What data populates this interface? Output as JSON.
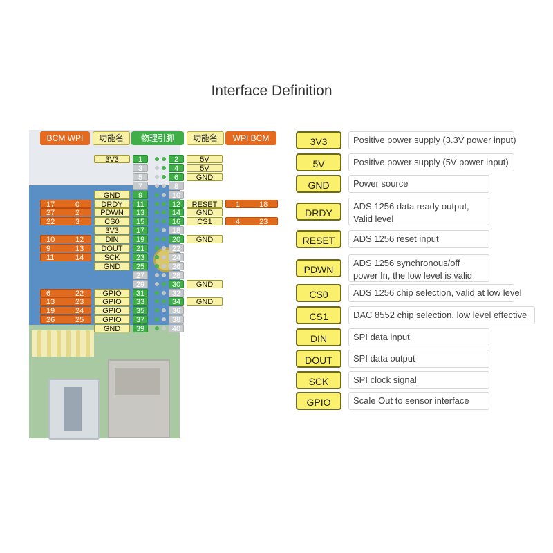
{
  "title": "Interface Definition",
  "header": {
    "left_orange": "BCM  WPI",
    "left_yellow": "功能名",
    "center_green": "物理引脚",
    "right_yellow": "功能名",
    "right_orange": "WPI  BCM"
  },
  "pin_rows": [
    {
      "odd": "1",
      "odd_name": "3V3",
      "even": "2",
      "even_name": "5V"
    },
    {
      "odd": "3",
      "odd_name": "",
      "even": "4",
      "even_name": "5V"
    },
    {
      "odd": "5",
      "odd_name": "",
      "even": "6",
      "even_name": "GND"
    },
    {
      "odd": "7",
      "odd_name": "",
      "even": "8",
      "even_name": ""
    },
    {
      "odd": "9",
      "odd_name": "GND",
      "even": "10",
      "even_name": ""
    },
    {
      "odd": "11",
      "odd_name": "DRDY",
      "bcm": "17",
      "wpi": "0",
      "even": "12",
      "even_name": "RESET",
      "r_wpi": "1",
      "r_bcm": "18"
    },
    {
      "odd": "13",
      "odd_name": "PDWN",
      "bcm": "27",
      "wpi": "2",
      "even": "14",
      "even_name": "GND"
    },
    {
      "odd": "15",
      "odd_name": "CS0",
      "bcm": "22",
      "wpi": "3",
      "even": "16",
      "even_name": "CS1",
      "r_wpi": "4",
      "r_bcm": "23"
    },
    {
      "odd": "17",
      "odd_name": "3V3",
      "even": "18",
      "even_name": ""
    },
    {
      "odd": "19",
      "odd_name": "DIN",
      "bcm": "10",
      "wpi": "12",
      "even": "20",
      "even_name": "GND"
    },
    {
      "odd": "21",
      "odd_name": "DOUT",
      "bcm": "9",
      "wpi": "13",
      "even": "22",
      "even_name": ""
    },
    {
      "odd": "23",
      "odd_name": "SCK",
      "bcm": "11",
      "wpi": "14",
      "even": "24",
      "even_name": ""
    },
    {
      "odd": "25",
      "odd_name": "GND",
      "even": "26",
      "even_name": ""
    },
    {
      "odd": "27",
      "odd_name": "",
      "even": "28",
      "even_name": ""
    },
    {
      "odd": "29",
      "odd_name": "",
      "even": "30",
      "even_name": "GND"
    },
    {
      "odd": "31",
      "odd_name": "GPIO",
      "bcm": "6",
      "wpi": "22",
      "even": "32",
      "even_name": ""
    },
    {
      "odd": "33",
      "odd_name": "GPIO",
      "bcm": "13",
      "wpi": "23",
      "even": "34",
      "even_name": "GND"
    },
    {
      "odd": "35",
      "odd_name": "GPIO",
      "bcm": "19",
      "wpi": "24",
      "even": "36",
      "even_name": ""
    },
    {
      "odd": "37",
      "odd_name": "GPIO",
      "bcm": "26",
      "wpi": "25",
      "even": "38",
      "even_name": ""
    },
    {
      "odd": "39",
      "odd_name": "GND",
      "even": "40",
      "even_name": ""
    }
  ],
  "definitions": [
    {
      "label": "3V3",
      "desc": "Positive power supply (3.3V power input)"
    },
    {
      "label": "5V",
      "desc": "Positive power supply (5V power input)"
    },
    {
      "label": "GND",
      "desc": "Power source"
    },
    {
      "label": "DRDY",
      "desc": "ADS 1256 data ready output, Valid level"
    },
    {
      "label": "RESET",
      "desc": "ADS 1256 reset input"
    },
    {
      "label": "PDWN",
      "desc": "ADS 1256 synchronous/off power In, the low level is valid"
    },
    {
      "label": "CS0",
      "desc": "ADS 1256 chip selection, valid at low level"
    },
    {
      "label": "CS1",
      "desc": "DAC 8552 chip selection, low level effective"
    },
    {
      "label": "DIN",
      "desc": "SPI data input"
    },
    {
      "label": "DOUT",
      "desc": "SPI data output"
    },
    {
      "label": "SCK",
      "desc": "SPI clock signal"
    },
    {
      "label": "GPIO",
      "desc": "Scale Out to sensor interface"
    }
  ],
  "colors": {
    "orange": "#e36a1e",
    "yellow": "#fbf06c",
    "green": "#3fae49",
    "board_blue": "#5a8fc6"
  }
}
